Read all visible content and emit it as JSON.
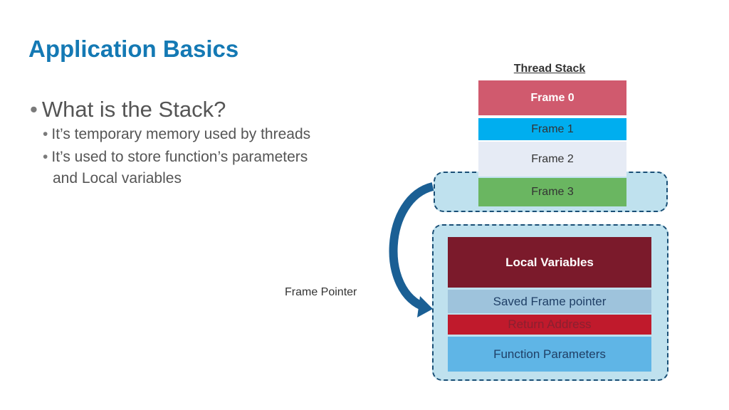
{
  "slide": {
    "title": "Application Basics",
    "bullets": {
      "main": "What is the Stack?",
      "sub1": "It’s temporary memory used by threads",
      "sub2_line1": "It’s  used to store function’s parameters",
      "sub2_line2": "and Local variables"
    }
  },
  "diagram": {
    "stack_title": "Thread Stack",
    "frames": [
      "Frame 0",
      "Frame 1",
      "Frame 2",
      "Frame 3"
    ],
    "frame_details": [
      "Local Variables",
      "Saved Frame pointer",
      "Return Address",
      "Function Parameters"
    ],
    "pointer_label": "Frame Pointer",
    "colors": {
      "title": "#1479b4",
      "frame0": "#d05a6e",
      "frame1": "#00aeef",
      "frame2": "#e6ebf5",
      "frame3": "#6ab661",
      "local_variables": "#7b1a2b",
      "saved_frame_pointer": "#9ec3dc",
      "return_address": "#c01a2c",
      "function_parameters": "#5fb5e6",
      "highlight_box": "#bfe1ee",
      "arrow": "#1a5f94"
    }
  }
}
